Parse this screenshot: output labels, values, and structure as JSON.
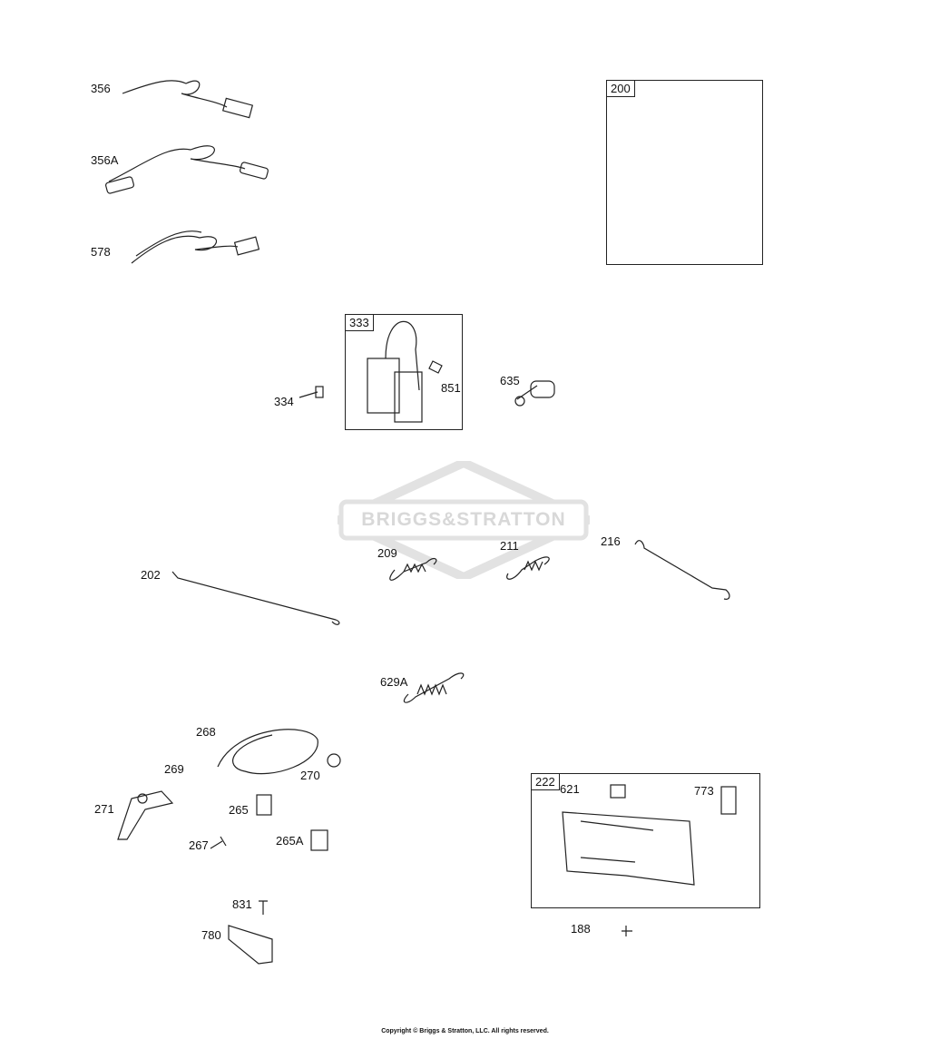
{
  "diagram": {
    "boxes": {
      "b200": "200",
      "b333": "333",
      "b222": "222"
    },
    "labels": {
      "l356": "356",
      "l356A": "356A",
      "l578": "578",
      "l334": "334",
      "l851": "851",
      "l635": "635",
      "l202": "202",
      "l209": "209",
      "l211": "211",
      "l216": "216",
      "l629A": "629A",
      "l268": "268",
      "l269": "269",
      "l270": "270",
      "l271": "271",
      "l265": "265",
      "l267": "267",
      "l265A": "265A",
      "l621": "621",
      "l773": "773",
      "l188": "188",
      "l831": "831",
      "l780": "780"
    }
  },
  "watermark": "BRIGGS&STRATTON",
  "copyright": "Copyright © Briggs & Stratton, LLC. All rights reserved."
}
